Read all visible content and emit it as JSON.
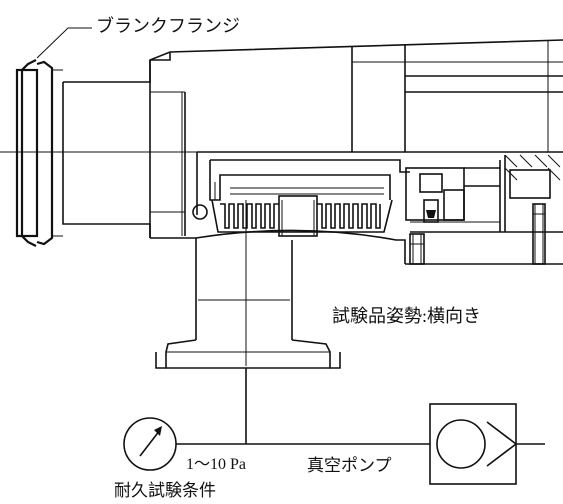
{
  "labels": {
    "blank_flange": "ブランクフランジ",
    "specimen_orientation": "試験品姿勢:横向き",
    "pressure": "1～10 Pa",
    "vacuum_pump": "真空ポンプ",
    "endurance_conditions": "耐久試験条件"
  },
  "icons": {
    "pressure_gauge": "pressure-gauge-icon",
    "vacuum_pump": "vacuum-pump-icon"
  }
}
